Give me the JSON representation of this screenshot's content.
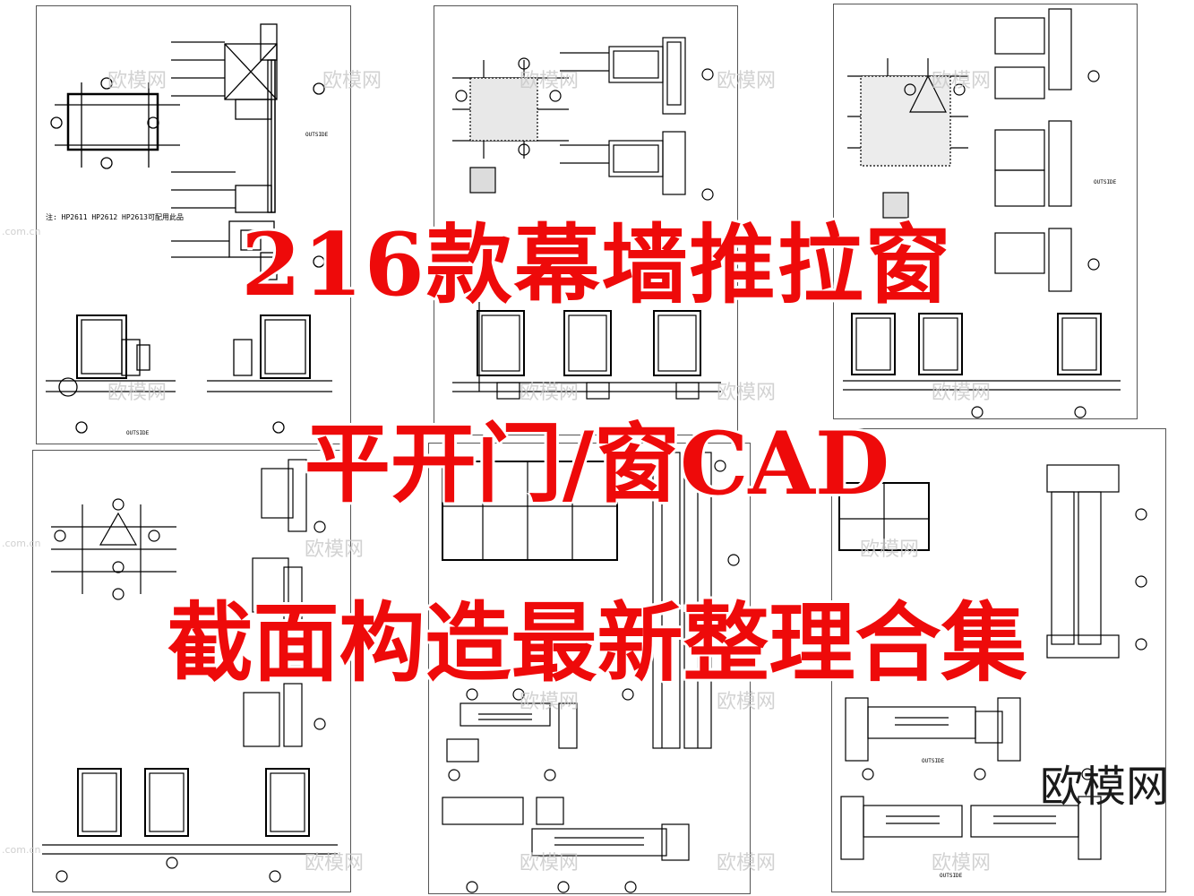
{
  "title": {
    "line1": "216款幕墙推拉窗",
    "line2": "平开门/窗CAD",
    "line3": "截面构造最新整理合集"
  },
  "watermark": {
    "text": "欧模网",
    "brand": "欧模网",
    "small": ".com.cn"
  },
  "labels": {
    "outside": "OUTSIDE",
    "note_fp": "注: HP2611 HP2612 HP2613可配用此品"
  },
  "colors": {
    "title": "#ee0a0a",
    "line": "#000000",
    "sheet_border": "#555555"
  }
}
